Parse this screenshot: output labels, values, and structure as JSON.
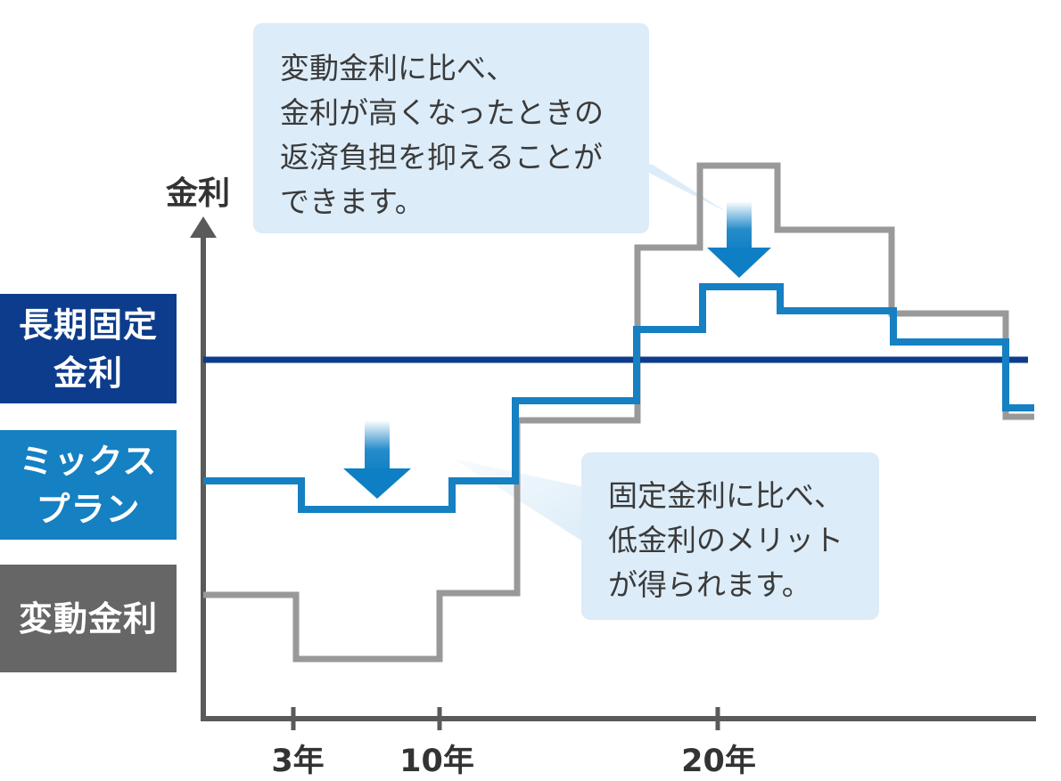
{
  "chart_data": {
    "type": "line",
    "y_axis_label": "金利",
    "x_ticks": [
      "3年",
      "10年",
      "20年"
    ],
    "legend": [
      {
        "label_lines": [
          "長期固定",
          "金利"
        ],
        "color": "#0d3c8c"
      },
      {
        "label_lines": [
          "ミックス",
          "プラン"
        ],
        "color": "#1580c2"
      },
      {
        "label_lines": [
          "変動金利"
        ],
        "color": "#666666"
      }
    ],
    "series": [
      {
        "name": "長期固定金利",
        "color": "#0d3c8c",
        "shape": "constant",
        "relative_level": 0.5
      },
      {
        "name": "ミックスプラン",
        "color": "#1580c2",
        "shape": "step",
        "steps": [
          "middle",
          "lower",
          "middle",
          "higher",
          "higher",
          "highest",
          "higher",
          "higher",
          "lower"
        ]
      },
      {
        "name": "変動金利",
        "color": "#999999",
        "shape": "step",
        "steps": [
          "low",
          "lowest",
          "low",
          "higher",
          "highest",
          "peak",
          "highest",
          "higher",
          "lower"
        ]
      }
    ],
    "grid": false,
    "legend_placement": "left"
  },
  "callouts": {
    "top": [
      "変動金利に比べ、",
      "金利が高くなったときの",
      "返済負担を抑えることが",
      "できます。"
    ],
    "bottom": [
      "固定金利に比べ、",
      "低金利のメリット",
      "が得られます。"
    ]
  },
  "colors": {
    "axis": "#5a5a5a",
    "arrow": "#0e7fc4",
    "callout_bg": "#dcecf8"
  }
}
